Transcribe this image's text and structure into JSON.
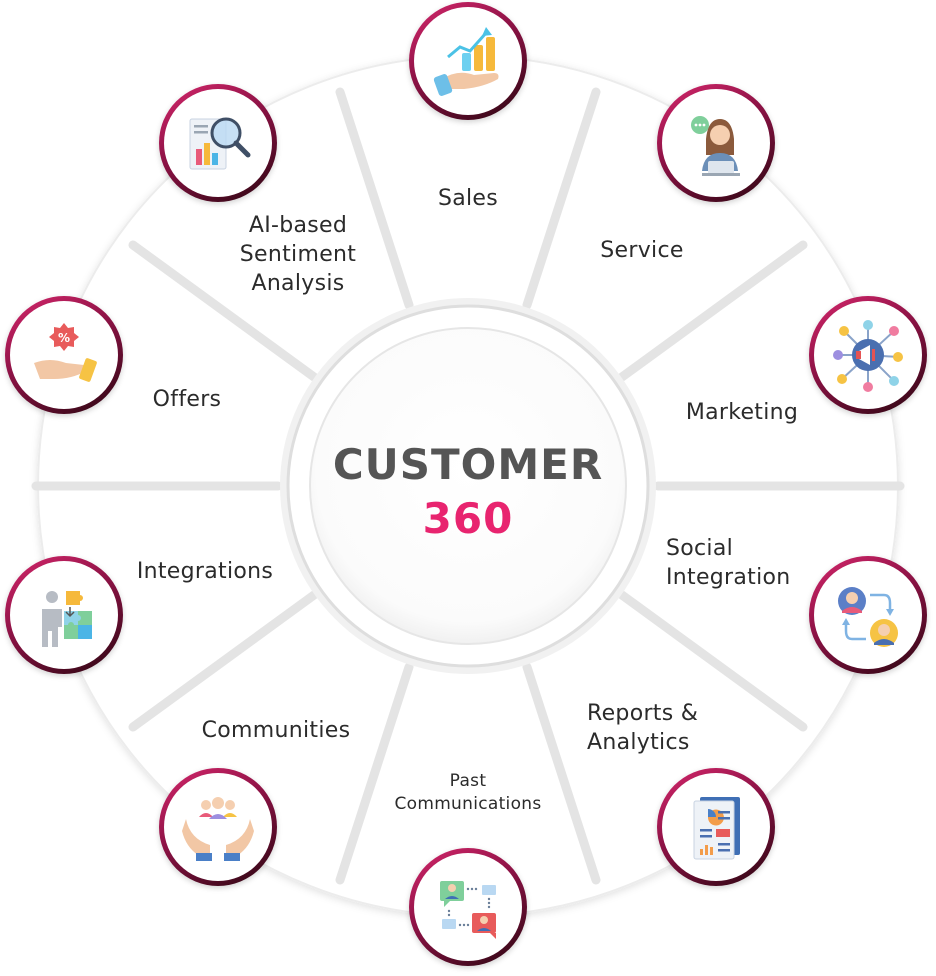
{
  "center": {
    "title": "CUSTOMER",
    "number": "360",
    "title_color": "#555555",
    "number_color": "#e8246f"
  },
  "colors": {
    "node_ring": "#b5195a",
    "spoke": "#e3e3e3",
    "panel": "#ffffff"
  },
  "segments": [
    {
      "id": "sales",
      "label": "Sales",
      "icon": "growth-chart-hand-icon"
    },
    {
      "id": "service",
      "label": "Service",
      "icon": "customer-support-agent-icon"
    },
    {
      "id": "marketing",
      "label": "Marketing",
      "icon": "megaphone-network-icon"
    },
    {
      "id": "social",
      "label_lines": [
        "Social",
        "Integration"
      ],
      "icon": "user-exchange-icon"
    },
    {
      "id": "reports",
      "label_lines": [
        "Reports &",
        "Analytics"
      ],
      "icon": "report-document-icon"
    },
    {
      "id": "past",
      "label_lines": [
        "Past",
        "Communications"
      ],
      "icon": "chat-users-icon"
    },
    {
      "id": "communities",
      "label": "Communities",
      "icon": "community-hands-icon"
    },
    {
      "id": "integrations",
      "label": "Integrations",
      "icon": "puzzle-integration-icon"
    },
    {
      "id": "offers",
      "label": "Offers",
      "icon": "discount-offer-icon"
    },
    {
      "id": "sentiment",
      "label_lines": [
        "AI-based",
        "Sentiment",
        "Analysis"
      ],
      "icon": "magnifier-chart-icon"
    }
  ]
}
